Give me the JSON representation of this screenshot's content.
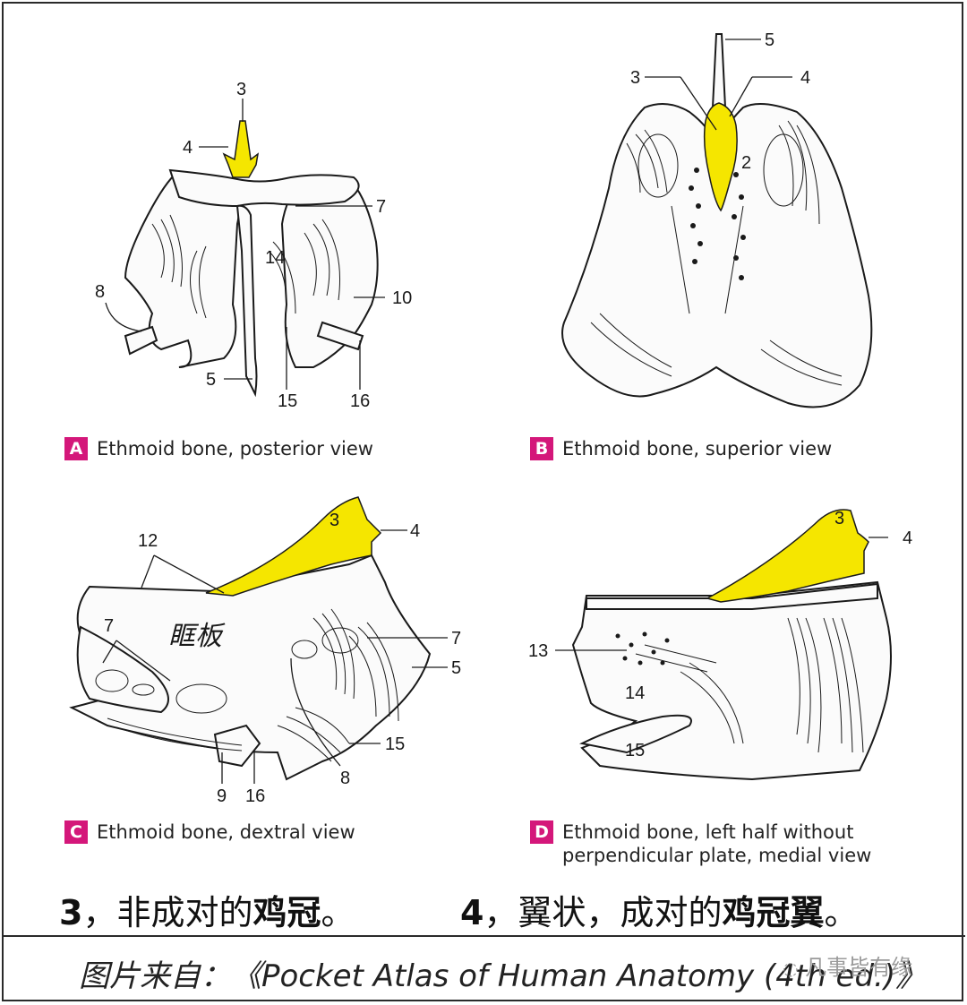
{
  "panels": [
    {
      "id": "A",
      "caption": "Ethmoid bone, posterior view",
      "labels": [
        "3",
        "4",
        "7",
        "14",
        "8",
        "10",
        "5",
        "15",
        "16"
      ]
    },
    {
      "id": "B",
      "caption": "Ethmoid bone, superior view",
      "labels": [
        "5",
        "3",
        "4",
        "2"
      ]
    },
    {
      "id": "C",
      "caption": "Ethmoid bone, dextral view",
      "labels": [
        "3",
        "4",
        "12",
        "7",
        "7",
        "5",
        "15",
        "8",
        "9",
        "16"
      ],
      "region_text": "眶板"
    },
    {
      "id": "D",
      "caption_line1": "Ethmoid bone, left half without",
      "caption_line2": "perpendicular plate, medial view",
      "labels": [
        "3",
        "4",
        "13",
        "14",
        "15"
      ]
    }
  ],
  "notes": {
    "left_num": "3",
    "left_sep": "，",
    "left_text": "非成对的",
    "left_bold": "鸡冠",
    "left_end": "。",
    "right_num": "4",
    "right_sep": "，",
    "right_text": "翼状，成对的",
    "right_bold": "鸡冠翼",
    "right_end": "。"
  },
  "source": "图片来自：《Pocket Atlas of Human Anatomy (4th ed.)》",
  "watermark": "凡事皆有缘",
  "colors": {
    "highlight": "#f5e600",
    "badge": "#d4177a"
  }
}
